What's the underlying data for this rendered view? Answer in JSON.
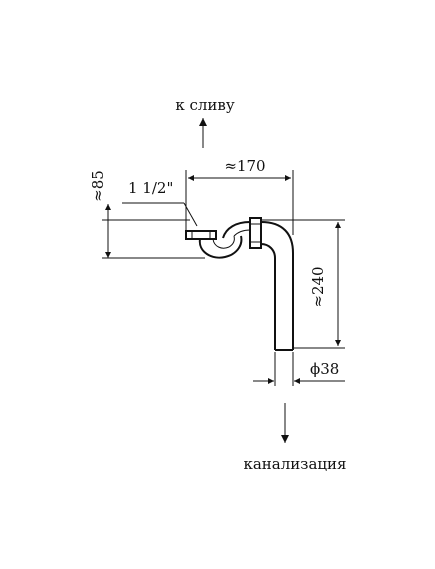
{
  "labels": {
    "to_drain": "к сливу",
    "sewer": "канализация",
    "thread_size": "1 1/2\"",
    "dim_width": "≈170",
    "dim_height_left": "≈85",
    "dim_height_right": "≈240",
    "dim_diameter": "ϕ38"
  },
  "colors": {
    "line": "#111111",
    "background": "#ffffff"
  }
}
